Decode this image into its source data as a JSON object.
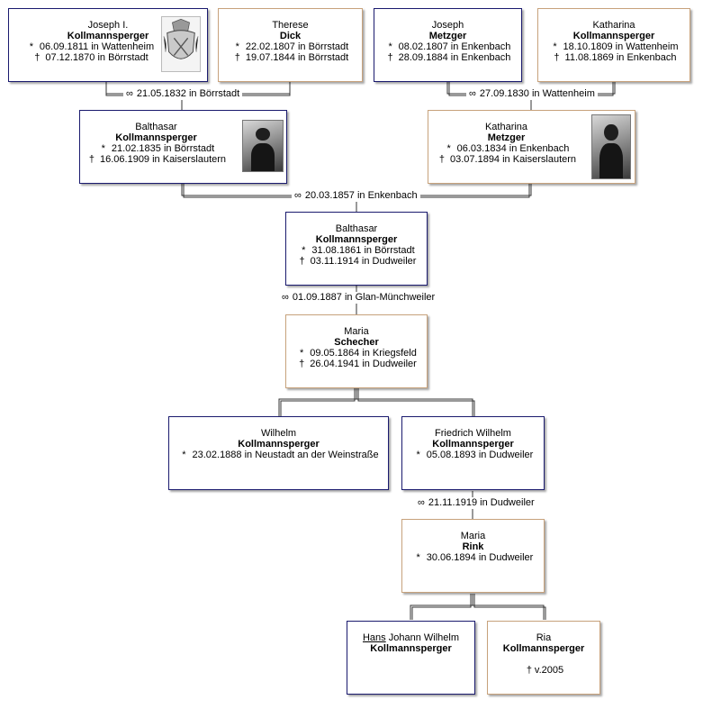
{
  "symbols": {
    "birth": "*",
    "death": "†",
    "marriage": "∞"
  },
  "persons": {
    "joseph_i": {
      "given": "Joseph I.",
      "surname": "Kollmannsperger",
      "birth": "06.09.1811 in Wattenheim",
      "death": "07.12.1870 in Börrstadt"
    },
    "therese": {
      "given": "Therese",
      "surname": "Dick",
      "birth": "22.02.1807 in Börrstadt",
      "death": "19.07.1844 in Börrstadt"
    },
    "joseph_m": {
      "given": "Joseph",
      "surname": "Metzger",
      "birth": "08.02.1807 in Enkenbach",
      "death": "28.09.1884 in Enkenbach"
    },
    "katharina_k": {
      "given": "Katharina",
      "surname": "Kollmannsperger",
      "birth": "18.10.1809 in Wattenheim",
      "death": "11.08.1869 in Enkenbach"
    },
    "balthasar_sr": {
      "given": "Balthasar",
      "surname": "Kollmannsperger",
      "birth": "21.02.1835 in Börrstadt",
      "death": "16.06.1909 in Kaiserslautern"
    },
    "katharina_m": {
      "given": "Katharina",
      "surname": "Metzger",
      "birth": "06.03.1834 in Enkenbach",
      "death": "03.07.1894 in Kaiserslautern"
    },
    "balthasar_jr": {
      "given": "Balthasar",
      "surname": "Kollmannsperger",
      "birth": "31.08.1861 in Börrstadt",
      "death": "03.11.1914 in Dudweiler"
    },
    "maria_s": {
      "given": "Maria",
      "surname": "Schecher",
      "birth": "09.05.1864 in Kriegsfeld",
      "death": "26.04.1941 in Dudweiler"
    },
    "wilhelm": {
      "given": "Wilhelm",
      "surname": "Kollmannsperger",
      "birth": "23.02.1888 in Neustadt an der Weinstraße"
    },
    "friedrich": {
      "given": "Friedrich Wilhelm",
      "surname": "Kollmannsperger",
      "birth": "05.08.1893 in Dudweiler"
    },
    "maria_r": {
      "given": "Maria",
      "surname": "Rink",
      "birth": "30.06.1894 in Dudweiler"
    },
    "hans": {
      "given_call": "Hans",
      "given_rest": " Johann Wilhelm",
      "surname": "Kollmannsperger"
    },
    "ria": {
      "given": "Ria",
      "surname": "Kollmannsperger",
      "death": "v.2005"
    }
  },
  "marriages": {
    "m1": "21.05.1832 in Börrstadt",
    "m2": "27.09.1830 in Wattenheim",
    "m3": "20.03.1857 in Enkenbach",
    "m4": "01.09.1887 in Glan-Münchweiler",
    "m5": "21.11.1919 in Dudweiler"
  },
  "colors": {
    "male_border": "#1a1a6e",
    "female_border": "#c7a27c",
    "line": "#333333"
  },
  "images": {
    "joseph_i": "coat-of-arms",
    "balthasar_sr": "portrait-photo",
    "katharina_m": "portrait-photo"
  }
}
